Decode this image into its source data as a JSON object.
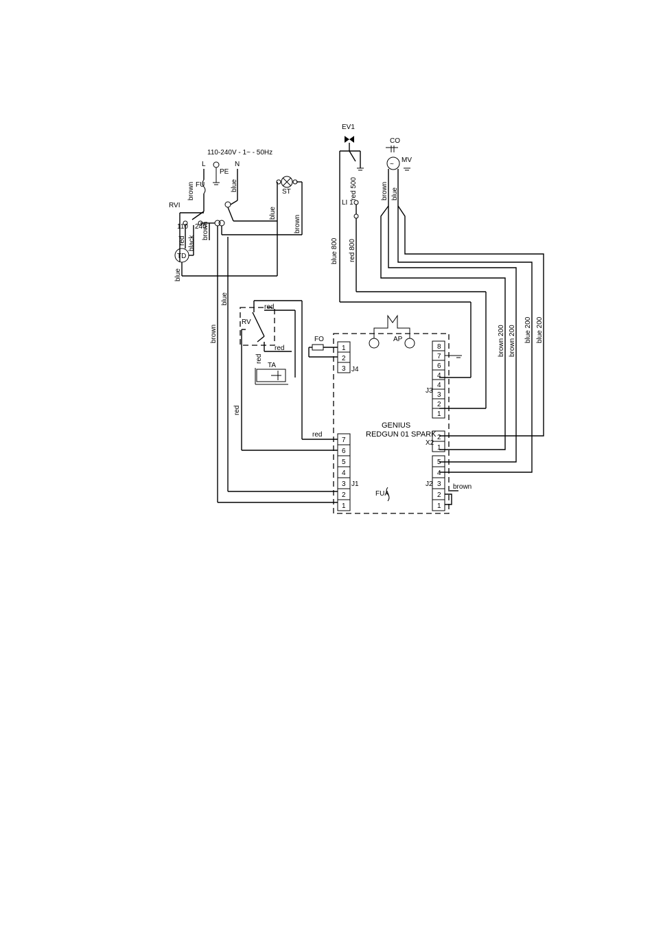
{
  "supply": {
    "spec": "110-240V - 1~ - 50Hz",
    "L": "L",
    "PE": "PE",
    "N": "N",
    "FU": "FU"
  },
  "components": {
    "RV1": "RVI",
    "TD": "TD",
    "ST": "ST",
    "EV1": "EV1",
    "CO": "CO",
    "MV": "MV",
    "LI1": "LI 1",
    "RV": "RV",
    "TA": "TA",
    "FO": "FO",
    "AP": "AP",
    "FUA": "FUA"
  },
  "rv1_terms": {
    "t110": "110",
    "t240": "240",
    "black": "black"
  },
  "board": {
    "line1": "GENIUS",
    "line2": "REDGUN 01 SPARK"
  },
  "connectors": {
    "J1": "J1",
    "J2": "J2",
    "J3": "J3",
    "J4": "J4",
    "X2": "X2"
  },
  "pins": {
    "j4": [
      "1",
      "2",
      "3"
    ],
    "j1": [
      "7",
      "6",
      "5",
      "4",
      "3",
      "2",
      "1"
    ],
    "j3": [
      "8",
      "7",
      "6",
      "4",
      "4",
      "3",
      "2",
      "1"
    ],
    "x2": [
      "2",
      "1"
    ],
    "j2": [
      "5",
      "4",
      "3",
      "2",
      "1"
    ]
  },
  "wires": {
    "brown": "brown",
    "blue": "blue",
    "red": "red",
    "blue_ev1": "blue 800",
    "red_ev1_top": "red 500",
    "red_ev1": "red 800",
    "brown_200_a": "brown 200",
    "brown_200_b": "brown 200",
    "blue_200_a": "blue 200",
    "blue_200_b": "blue 200",
    "red_rv_top": "red",
    "red_rv_right": "red",
    "red_rv_left": "red",
    "red_j1": "red",
    "brown_j2": "brown",
    "blue_td": "blue",
    "blue_n": "blue",
    "blue_st": "blue",
    "brown_st": "brown",
    "brown_l": "brown",
    "brown_rv1": "brown",
    "blue_main": "blue",
    "brown_main": "brown",
    "red_rv1": "red",
    "brown_mv": "brown",
    "blue_mv": "blue"
  }
}
